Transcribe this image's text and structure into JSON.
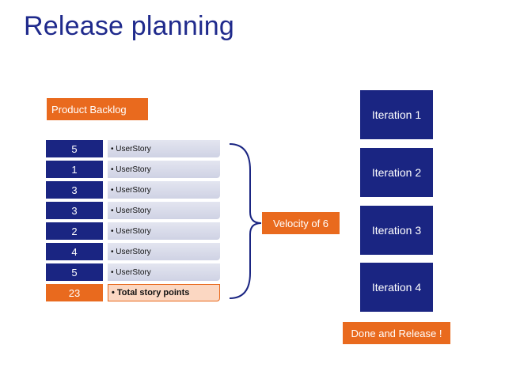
{
  "slide": {
    "title": "Release planning"
  },
  "backlog": {
    "label": "Product Backlog",
    "rows": [
      {
        "points": "5",
        "story": "• UserStory"
      },
      {
        "points": "1",
        "story": "• UserStory"
      },
      {
        "points": "3",
        "story": "• UserStory"
      },
      {
        "points": "3",
        "story": "• UserStory"
      },
      {
        "points": "2",
        "story": "• UserStory"
      },
      {
        "points": "4",
        "story": "• UserStory"
      },
      {
        "points": "5",
        "story": "• UserStory"
      }
    ],
    "total": {
      "points": "23",
      "story": "• Total story points"
    }
  },
  "velocity": {
    "label": "Velocity of 6"
  },
  "iterations": [
    {
      "label": "Iteration 1"
    },
    {
      "label": "Iteration 2"
    },
    {
      "label": "Iteration 3"
    },
    {
      "label": "Iteration 4"
    }
  ],
  "done": {
    "label": "Done and Release !"
  },
  "colors": {
    "navy": "#1a2582",
    "orange": "#e96a1e",
    "title": "#1f2a8c"
  }
}
